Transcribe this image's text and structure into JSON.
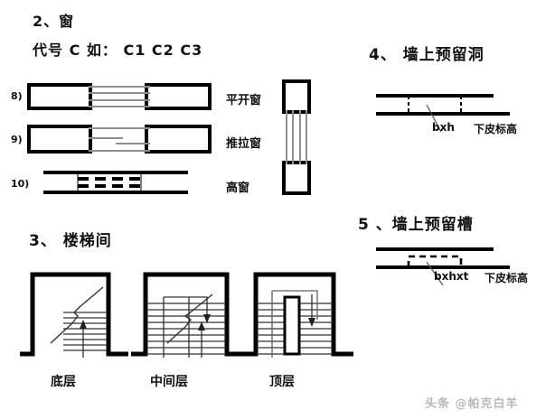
{
  "sections": {
    "windows": {
      "title": "2、窗",
      "code_line": "代号  C  如：  C1    C2    C3",
      "items": [
        {
          "num": "8)",
          "label": "平开窗"
        },
        {
          "num": "9)",
          "label": "推拉窗"
        },
        {
          "num": "10)",
          "label": "高窗"
        }
      ]
    },
    "stairs": {
      "title": "3、  楼梯间",
      "floors": [
        {
          "label": "底层"
        },
        {
          "label": "中间层"
        },
        {
          "label": "顶层"
        }
      ]
    },
    "wall_hole": {
      "title": "4、  墙上预留洞",
      "dim_label": "bxh",
      "elev_label": "下皮标高"
    },
    "wall_groove": {
      "title": "5 、墙上预留槽",
      "dim_label": "bxhxt",
      "elev_label": "下皮标高"
    }
  },
  "watermark": {
    "text": "头条 @帕克白羊"
  },
  "colors": {
    "ink": "#000000",
    "glass": "#9a9a9a",
    "watermark": "#b9b9b9"
  }
}
